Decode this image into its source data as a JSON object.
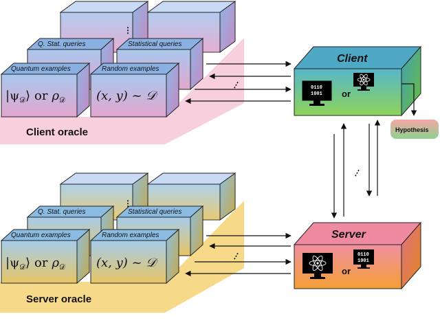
{
  "client_oracle": {
    "label": "Client oracle",
    "boxes": {
      "quantum_examples": "Quantum examples",
      "random_examples": "Random examples",
      "q_stat_queries": "Q. Stat. queries",
      "statistical_queries": "Statistical queries"
    },
    "quantum_formula": {
      "ket": "|ψ",
      "sub": "𝒟",
      "close": "⟩",
      "or": "or",
      "rho": "ρ"
    },
    "random_formula": "(x, y) ~ 𝒟"
  },
  "server_oracle": {
    "label": "Server oracle",
    "boxes": {
      "quantum_examples": "Quantum examples",
      "random_examples": "Random examples",
      "q_stat_queries": "Q. Stat. queries",
      "statistical_queries": "Statistical queries"
    },
    "quantum_formula": {
      "ket": "|ψ",
      "sub": "𝒟",
      "close": "⟩",
      "or": "or",
      "rho": "ρ"
    },
    "random_formula": "(x, y) ~ 𝒟"
  },
  "client": {
    "label": "Client",
    "screen_text_line1": "0110",
    "screen_text_line2": "1001",
    "or": "or"
  },
  "server": {
    "label": "Server",
    "screen_text_line1": "0110",
    "screen_text_line2": "1001",
    "or": "or"
  },
  "hypothesis": {
    "label": "Hypothesis"
  },
  "ellipsis": "⋮",
  "colors": {
    "client_platform": "#f8cfdc",
    "server_platform": "#f7d98a",
    "client_node_top": "#5ab84a",
    "server_node_top": "#f28a8a",
    "server_node_bottom": "#f0a030",
    "hypothesis_top": "#f4a7a7",
    "hypothesis_bottom": "#8fd18f"
  }
}
